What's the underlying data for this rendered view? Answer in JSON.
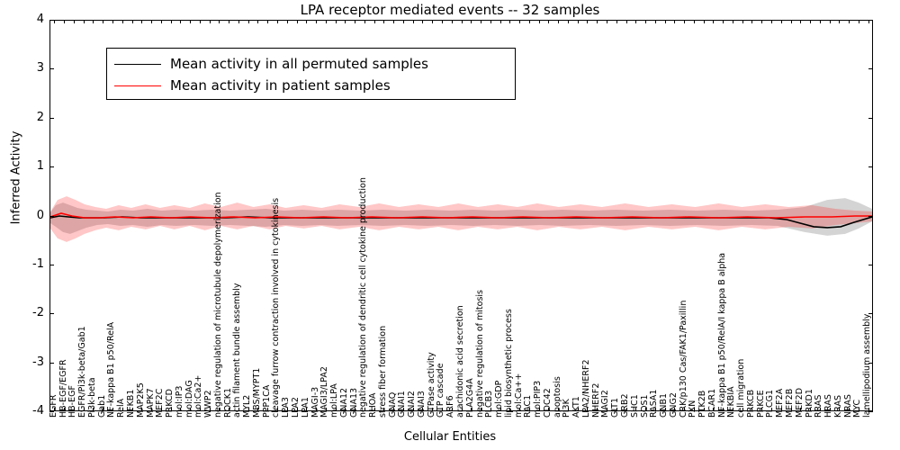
{
  "chart_data": {
    "type": "line",
    "title": "LPA receptor mediated events -- 32 samples",
    "xlabel": "Cellular Entities",
    "ylabel": "Inferred Activity",
    "ylim": [
      -4,
      4
    ],
    "yticks": [
      "-4",
      "-3",
      "-2",
      "-1",
      "0",
      "1",
      "2",
      "3",
      "4"
    ],
    "grid": false,
    "legend_position": "upper-left",
    "legend": [
      {
        "label": "Mean activity in all permuted samples",
        "color": "#000000"
      },
      {
        "label": "Mean activity in patient samples",
        "color": "#ff0000"
      }
    ],
    "categories": [
      "EGFR",
      "HB-EGF/EGFR",
      "HB-EGF",
      "EGFR/Pi3k-beta/Gab1",
      "Pi3k-beta",
      "Gab1",
      "NF-kappa B1 p50/RelA",
      "RelA",
      "NFKB1",
      "MAP2K5",
      "MAPK7",
      "MEF2C",
      "PRKCD",
      "mol:IP3",
      "mol:DAG",
      "mol:Ca2+",
      "WWP2",
      "negative regulation of microtubule depolymerization",
      "ROCK1",
      "actin filament bundle assembly",
      "MYL2",
      "MBS/MYPT1",
      "PPP1CA",
      "cleavage furrow contraction involved in cytokinesis",
      "LPA3",
      "LPA2",
      "LPA1",
      "MAGI-3",
      "MAGI3/LPA2",
      "mol:LPA",
      "GNA12",
      "GNA13",
      "negative regulation of dendritic cell cytokine production",
      "RHOA",
      "stress fiber formation",
      "GNAQ",
      "GNAI1",
      "GNAI2",
      "GNAI3",
      "GTPase activity",
      "GTP cascade",
      "ARF6",
      "arachidonic acid secretion",
      "PLA2G4A",
      "negative regulation of mitosis",
      "PLCB3",
      "mol:GDP",
      "lipid biosynthetic process",
      "mol:Ca++",
      "RAC1",
      "mol:PIP3",
      "CDC42",
      "apoptosis",
      "PI3K",
      "AKT1",
      "LPA2/NHERF2",
      "NHERF2",
      "MAGI2",
      "GIT1",
      "GRB2",
      "SHC1",
      "SOS1",
      "RASA1",
      "GNB1",
      "GNG2",
      "CRK/p130 Cas/FAK1/Paxillin",
      "PXN",
      "PTK2B",
      "BCAR1",
      "NF-kappa B1 p50/RelA/I kappa B alpha",
      "NFKBIA",
      "cell migration",
      "PRKCB",
      "PRKCE",
      "PLCG1",
      "MEF2A",
      "MEF2B",
      "MEF2D",
      "PRKD1",
      "RRAS",
      "HRAS",
      "KRAS",
      "NRAS",
      "MYC",
      "lamellipodium assembly"
    ],
    "series": [
      {
        "name": "Mean activity in all permuted samples",
        "color": "#000000",
        "mean_level": -0.05
      },
      {
        "name": "Mean activity in patient samples",
        "color": "#ff0000",
        "mean_level": -0.05
      }
    ],
    "band_note": "shaded +/- 1 s.d. envelopes around each mean line"
  }
}
